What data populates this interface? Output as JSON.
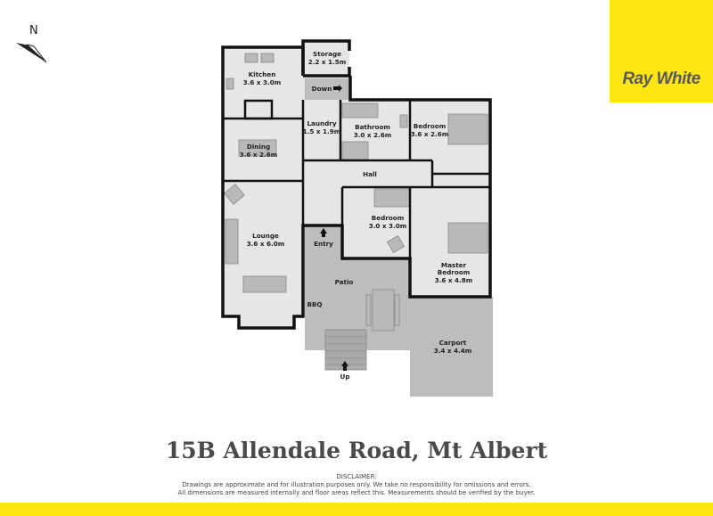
{
  "brand": {
    "name": "Ray White",
    "color": "#FFE512",
    "text_color": "#58595B"
  },
  "compass": {
    "label": "N",
    "icon": "north-arrow-icon"
  },
  "rooms": [
    {
      "id": "kitchen",
      "name": "Kitchen",
      "dims": "3.6 x 3.0m"
    },
    {
      "id": "storage",
      "name": "Storage",
      "dims": "2.2 x 1.5m"
    },
    {
      "id": "laundry",
      "name": "Laundry",
      "dims": "1.5 x 1.9m"
    },
    {
      "id": "bathroom",
      "name": "Bathroom",
      "dims": "3.0 x 2.6m"
    },
    {
      "id": "bedroom1",
      "name": "Bedroom",
      "dims": "3.6 x 2.6m"
    },
    {
      "id": "dining",
      "name": "Dining",
      "dims": "3.6 x 2.6m"
    },
    {
      "id": "lounge",
      "name": "Lounge",
      "dims": "3.6 x 6.0m"
    },
    {
      "id": "bedroom2",
      "name": "Bedroom",
      "dims": "3.0 x 3.0m"
    },
    {
      "id": "master",
      "name": "Master",
      "name2": "Bedroom",
      "dims": "3.6 x 4.8m"
    },
    {
      "id": "carport",
      "name": "Carport",
      "dims": "3.4 x 4.4m"
    }
  ],
  "labels": {
    "hall": "Hall",
    "entry": "Entry",
    "patio": "Patio",
    "bbq": "BBQ",
    "down": "Down",
    "up": "Up"
  },
  "address": "15B Allendale Road, Mt Albert",
  "disclaimer": {
    "title": "DISCLAIMER:",
    "line1": "Drawings are approximate and for illustration purposes only. We take no responsibility for omissions and errors.",
    "line2": "All dimensions are measured internally and floor areas reflect this. Measurements should be verified by the buyer."
  }
}
